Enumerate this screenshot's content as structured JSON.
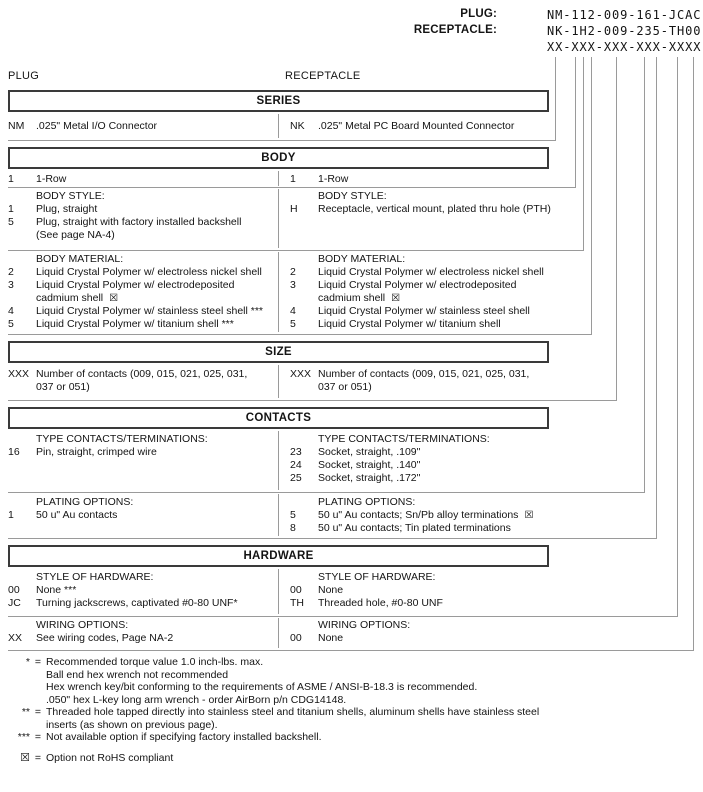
{
  "header": {
    "plug_label": "PLUG:",
    "plug_value": "NM-112-009-161-JCAC",
    "receptacle_label": "RECEPTACLE:",
    "receptacle_value": "NK-1H2-009-235-TH00",
    "pattern_value": "XX-XXX-XXX-XXX-XXXX"
  },
  "columns": {
    "left": "PLUG",
    "right": "RECEPTACLE"
  },
  "series": {
    "title": "SERIES",
    "left": [
      {
        "c": "NM",
        "t": ".025\" Metal I/O Connector"
      }
    ],
    "right": [
      {
        "c": "NK",
        "t": ".025\" Metal PC Board Mounted Connector"
      }
    ]
  },
  "body": {
    "title": "BODY",
    "row_left": [
      {
        "c": "1",
        "t": "1-Row"
      }
    ],
    "row_right": [
      {
        "c": "1",
        "t": "1-Row"
      }
    ],
    "style_left": [
      {
        "c": "",
        "t": "BODY STYLE:"
      },
      {
        "c": "1",
        "t": "Plug, straight"
      },
      {
        "c": "5",
        "t": "Plug, straight with factory installed backshell"
      },
      {
        "c": "",
        "t": "(See page NA-4)"
      }
    ],
    "style_right": [
      {
        "c": "",
        "t": "BODY STYLE:"
      },
      {
        "c": "H",
        "t": "Receptacle, vertical mount, plated thru hole (PTH)"
      }
    ],
    "material_left": [
      {
        "c": "",
        "t": "BODY MATERIAL:"
      },
      {
        "c": "2",
        "t": "Liquid Crystal Polymer w/ electroless nickel shell"
      },
      {
        "c": "3",
        "t": "Liquid Crystal Polymer w/ electrodeposited"
      },
      {
        "c": "",
        "t": "cadmium shell",
        "f": "☒"
      },
      {
        "c": "4",
        "t": "Liquid Crystal Polymer w/ stainless steel shell ***"
      },
      {
        "c": "5",
        "t": "Liquid Crystal Polymer w/ titanium shell ***"
      }
    ],
    "material_right": [
      {
        "c": "",
        "t": "BODY MATERIAL:"
      },
      {
        "c": "2",
        "t": "Liquid Crystal Polymer w/ electroless nickel shell"
      },
      {
        "c": "3",
        "t": "Liquid Crystal Polymer w/ electrodeposited"
      },
      {
        "c": "",
        "t": "cadmium shell",
        "f": "☒"
      },
      {
        "c": "4",
        "t": "Liquid Crystal Polymer w/ stainless steel shell"
      },
      {
        "c": "5",
        "t": "Liquid Crystal Polymer w/ titanium shell"
      }
    ]
  },
  "size": {
    "title": "SIZE",
    "left": [
      {
        "c": "XXX",
        "t": "Number of contacts (009, 015, 021, 025, 031,"
      },
      {
        "c": "",
        "t": "037 or 051)"
      }
    ],
    "right": [
      {
        "c": "XXX",
        "t": "Number of contacts (009, 015, 021, 025, 031,"
      },
      {
        "c": "",
        "t": "037 or 051)"
      }
    ]
  },
  "contacts": {
    "title": "CONTACTS",
    "type_left": [
      {
        "c": "",
        "t": "TYPE CONTACTS/TERMINATIONS:"
      },
      {
        "c": "16",
        "t": "Pin, straight, crimped wire"
      }
    ],
    "type_right": [
      {
        "c": "",
        "t": "TYPE CONTACTS/TERMINATIONS:"
      },
      {
        "c": "23",
        "t": "Socket, straight, .109\""
      },
      {
        "c": "24",
        "t": "Socket, straight, .140\""
      },
      {
        "c": "25",
        "t": "Socket, straight, .172\""
      }
    ],
    "plating_left": [
      {
        "c": "",
        "t": "PLATING OPTIONS:"
      },
      {
        "c": "1",
        "t": "50 u\" Au contacts"
      }
    ],
    "plating_right": [
      {
        "c": "",
        "t": "PLATING OPTIONS:"
      },
      {
        "c": "5",
        "t": "50 u\" Au contacts; Sn/Pb alloy terminations",
        "f": "☒"
      },
      {
        "c": "8",
        "t": "50 u\" Au contacts; Tin plated terminations"
      }
    ]
  },
  "hardware": {
    "title": "HARDWARE",
    "style_left": [
      {
        "c": "",
        "t": "STYLE OF HARDWARE:"
      },
      {
        "c": "00",
        "t": "None ***"
      },
      {
        "c": "JC",
        "t": "Turning jackscrews, captivated #0-80 UNF*"
      }
    ],
    "style_right": [
      {
        "c": "",
        "t": "STYLE OF HARDWARE:"
      },
      {
        "c": "00",
        "t": "None"
      },
      {
        "c": "TH",
        "t": "Threaded hole, #0-80 UNF"
      }
    ],
    "wiring_left": [
      {
        "c": "",
        "t": "WIRING OPTIONS:"
      },
      {
        "c": "XX",
        "t": "See wiring codes, Page NA-2"
      }
    ],
    "wiring_right": [
      {
        "c": "",
        "t": "WIRING OPTIONS:"
      },
      {
        "c": "00",
        "t": "None"
      }
    ]
  },
  "footnotes": [
    {
      "label": "*",
      "eq": "=",
      "lines": [
        "Recommended torque value 1.0 inch-lbs. max.",
        "Ball end hex wrench not recommended",
        "Hex wrench key/bit conforming to the requirements of ASME / ANSI-B-18.3 is recommended.",
        ".050\" hex L-key long arm wrench - order AirBorn p/n CDG14148."
      ]
    },
    {
      "label": "**",
      "eq": "=",
      "lines": [
        "Threaded hole tapped directly into stainless steel and titanium shells, aluminum shells have stainless steel",
        "inserts (as shown on previous page)."
      ]
    },
    {
      "label": "***",
      "eq": "=",
      "lines": [
        "Not available option if specifying factory installed backshell."
      ]
    }
  ],
  "rohs_note": {
    "symbol": "☒",
    "eq": "=",
    "text": "Option not RoHS compliant"
  }
}
